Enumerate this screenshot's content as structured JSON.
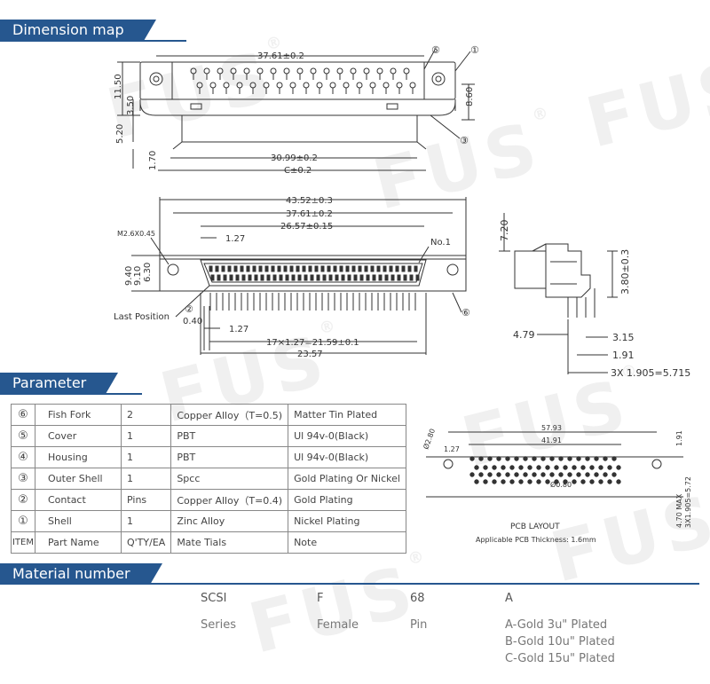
{
  "sections": {
    "dimension_map": "Dimension map",
    "parameter": "Parameter",
    "material_number": "Material number"
  },
  "watermark": {
    "text": "FUS",
    "mark": "®"
  },
  "top_view": {
    "dim_top": "37.61±0.2",
    "dim_bottom_a": "30.99±0.2",
    "dim_bottom_b": "C±0.2",
    "dim_left_total": "11.50",
    "dim_left_a": "3.50",
    "dim_left_b": "5.20",
    "dim_left_c": "1.70",
    "dim_right": "8.60",
    "callouts": [
      "⑤",
      "①",
      "③"
    ]
  },
  "front_view": {
    "dim_overall": "43.52±0.3",
    "dim_a": "37.61±0.2",
    "dim_b": "26.57±0.15",
    "dim_pitch": "1.27",
    "screw": "M2.6X0.45",
    "dim_h1": "9.40",
    "dim_h2": "9.10",
    "dim_h3": "6.30",
    "pin1": "No.1",
    "last_position": "Last Position",
    "dim_040": "0.40",
    "dim_pitch2": "1.27",
    "dim_row": "17×1.27=21.59±0.1",
    "dim_base": "23.57",
    "callouts": [
      "②",
      "⑥"
    ]
  },
  "side_view": {
    "dim_720": "7.20",
    "dim_380": "3.80±0.3",
    "dim_479": "4.79",
    "dim_315": "3.15",
    "dim_191": "1.91",
    "dim_3x": "3X 1.905=5.715"
  },
  "pcb": {
    "dim_overall": "57.93",
    "dim_inner": "41.91",
    "dim_pitch": "1.27",
    "dim_hole": "Ø2.80",
    "dim_pin": "Ø0.80",
    "dim_right_a": "1.91",
    "dim_right_b": "4.70 MAX",
    "dim_right_c": "3X1.905=5.72",
    "caption": "PCB LAYOUT",
    "thickness": "Applicable PCB Thickness: 1.6mm"
  },
  "parameter_table": [
    [
      "⑥",
      "Fish Fork",
      "2",
      "Copper Alloy（T=0.5)",
      "Matter Tin Plated"
    ],
    [
      "⑤",
      "Cover",
      "1",
      "PBT",
      "Ul 94v-0(Black)"
    ],
    [
      "④",
      "Housing",
      "1",
      "PBT",
      "Ul 94v-0(Black)"
    ],
    [
      "③",
      "Outer Shell",
      "1",
      "Spcc",
      "Gold Plating Or Nickel"
    ],
    [
      "②",
      "Contact",
      "Pins",
      "Copper Alloy（T=0.4)",
      "Gold Plating"
    ],
    [
      "①",
      "Shell",
      "1",
      "Zinc Alloy",
      "Nickel Plating"
    ],
    [
      "ITEM",
      "Part Name",
      "Q'TY/EA",
      "Mate Tials",
      "Note"
    ]
  ],
  "material": {
    "codes": [
      "SCSI",
      "F",
      "68",
      "A"
    ],
    "labels": [
      "Series",
      "Female",
      "Pin"
    ],
    "plating": [
      "A-Gold 3u\" Plated",
      "B-Gold 10u\" Plated",
      "C-Gold 15u\" Plated"
    ]
  },
  "colors": {
    "accent": "#26578f",
    "line": "#333333"
  }
}
